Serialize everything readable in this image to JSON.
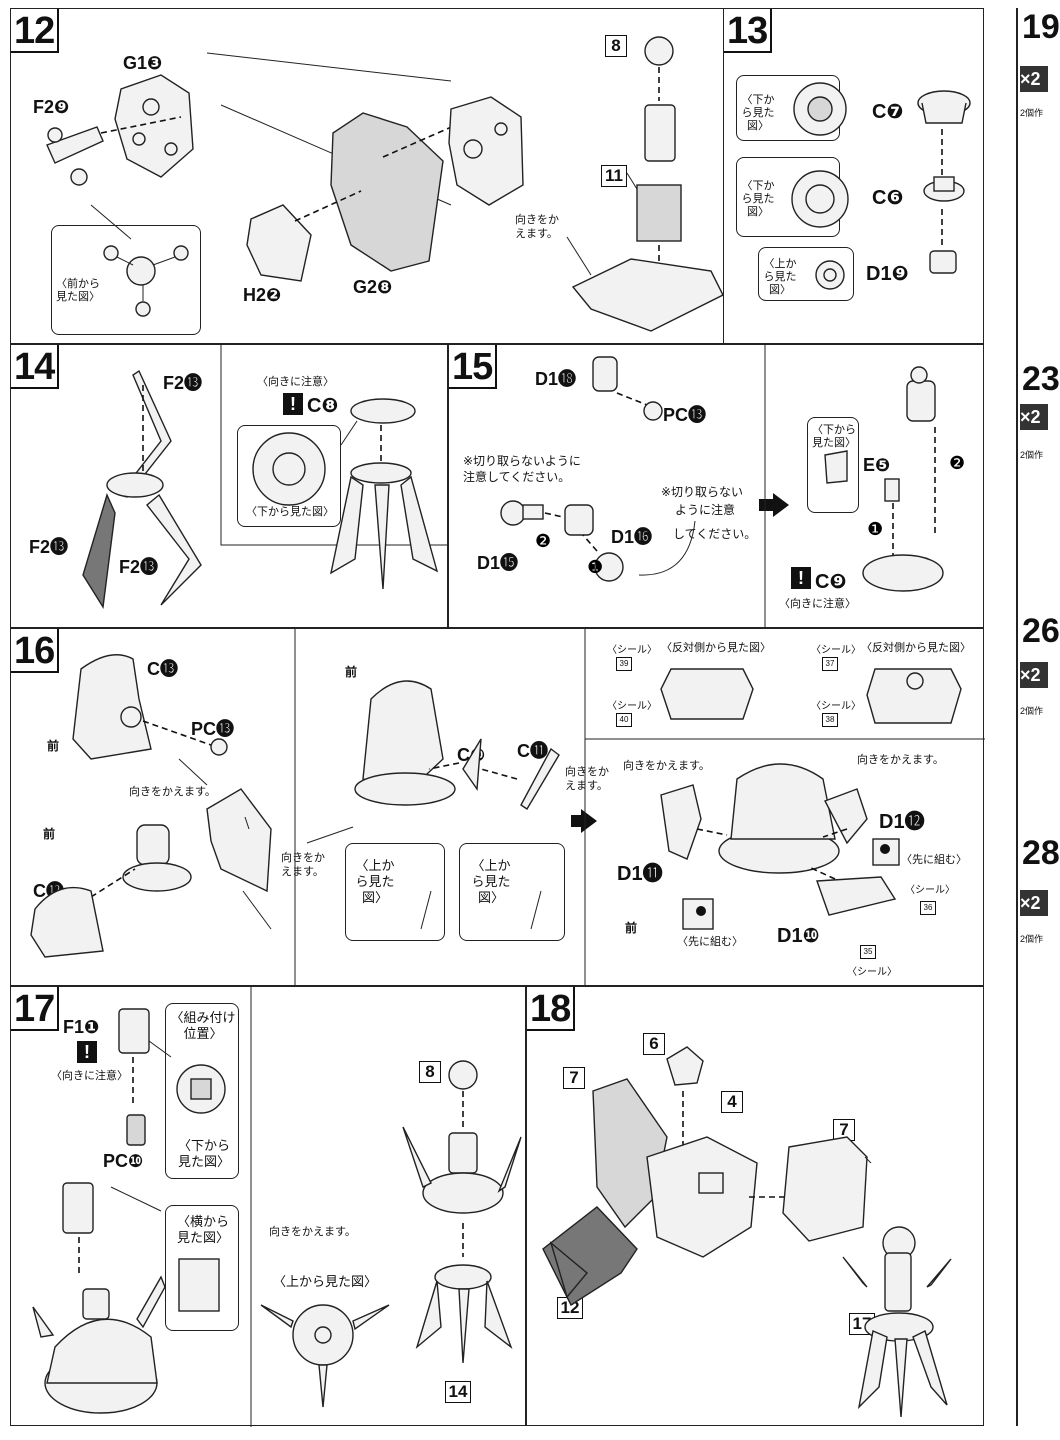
{
  "steps": {
    "s12": {
      "num": "12",
      "labels": {
        "g1": "G1❸",
        "f2": "F2❾",
        "h2": "H2❷",
        "g2": "G2❽"
      },
      "inset_caption": "〈前から見た図〉",
      "note_turn": "向きをかえます。",
      "box8": "8",
      "box11": "11"
    },
    "s13": {
      "num": "13",
      "labels": {
        "c7": "C❼",
        "c6": "C❻",
        "d19": "D1❾"
      },
      "captions": [
        "〈下から見た図〉",
        "〈下から見た図〉",
        "〈上から見た図〉"
      ]
    },
    "s14": {
      "num": "14",
      "labels": {
        "f2a": "F2⓭",
        "f2b": "F2⓭",
        "f2c": "F2⓭",
        "c8": "C❽"
      },
      "note_dir": "〈向きに注意〉",
      "inset_caption": "〈下から見た図〉"
    },
    "s15": {
      "num": "15",
      "labels": {
        "d18": "D1⓲",
        "pc13": "PC⓭",
        "d16": "D1⓰",
        "d15": "D1⓯",
        "e5": "E❺",
        "c9": "C❾"
      },
      "note_cut1": "※切り取らないように注意してください。",
      "note_cut2a": "※切り取らない",
      "note_cut2b": "ように注意",
      "note_cut2c": "してください。",
      "caption_bottom": "〈下から見た図〉",
      "note_dir": "〈向きに注意〉",
      "n1": "❶",
      "n2": "❷"
    },
    "s16": {
      "num": "16",
      "labels": {
        "c13": "C⓭",
        "pc13": "PC⓭",
        "c12": "C⓬",
        "c10": "C❿",
        "c11": "C⓫",
        "d12": "D1⓬",
        "d11": "D1⓫",
        "d10": "D1❿"
      },
      "front": "前",
      "note_turn": "向きをかえます。",
      "captions_top": [
        "〈上から見た図〉",
        "〈上から見た図〉"
      ],
      "seal": "〈シール〉",
      "opposite": "〈反対側から見た図〉",
      "first": "〈先に組む〉",
      "seal_nums": [
        "39",
        "40",
        "37",
        "38",
        "36",
        "35"
      ]
    },
    "s17": {
      "num": "17",
      "labels": {
        "f1": "F1❶",
        "pc10": "PC❿"
      },
      "note_dir": "〈向きに注意〉",
      "inset_pos": "〈組み付け位置〉",
      "inset_bottom": "〈下から見た図〉",
      "inset_side": "〈横から見た図〉",
      "note_turn": "向きをかえます。",
      "top_view": "〈上から見た図〉",
      "box8": "8",
      "box14": "14"
    },
    "s18": {
      "num": "18",
      "boxes": {
        "b6": "6",
        "b7a": "7",
        "b4": "4",
        "b7b": "7",
        "b12": "12",
        "b17": "17"
      }
    }
  },
  "next_column": {
    "steps": [
      "19",
      "23",
      "26",
      "28"
    ],
    "multiplier": "×2",
    "note": "2個作"
  }
}
